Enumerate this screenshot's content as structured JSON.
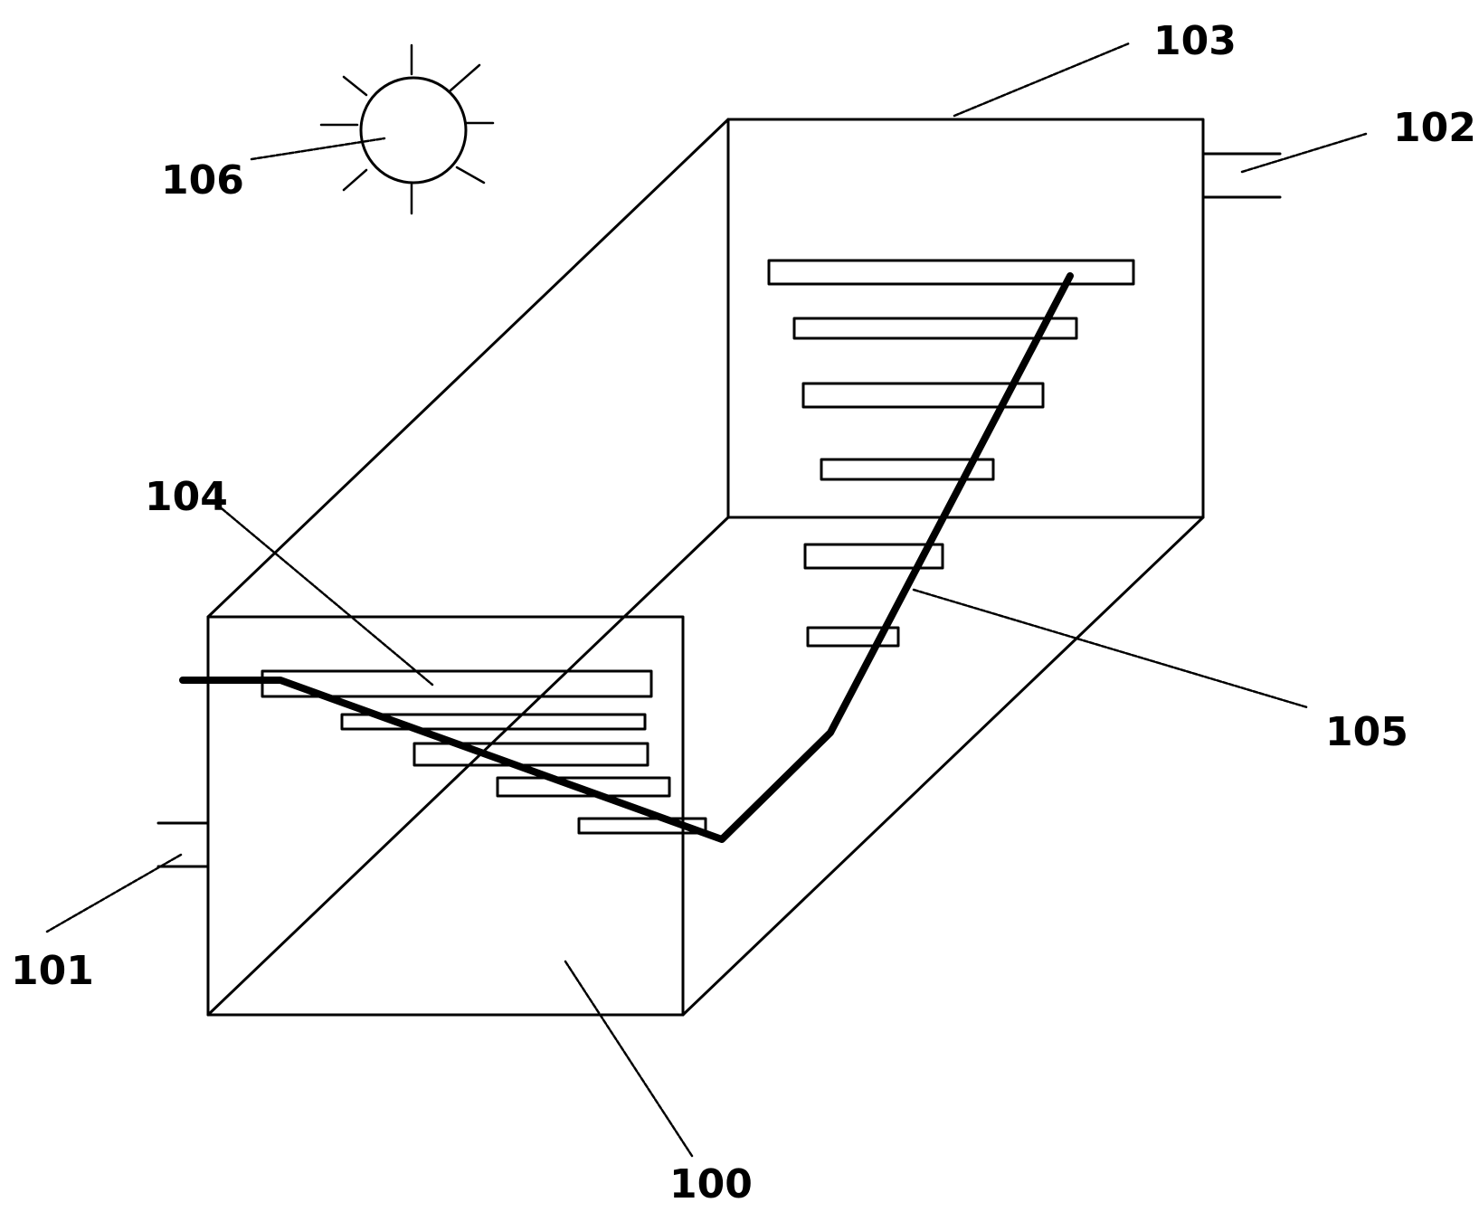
{
  "labels": {
    "box": "100",
    "inlet": "101",
    "outlet": "102",
    "top_cover": "103",
    "plates": "104",
    "channel": "105",
    "sun": "106"
  }
}
